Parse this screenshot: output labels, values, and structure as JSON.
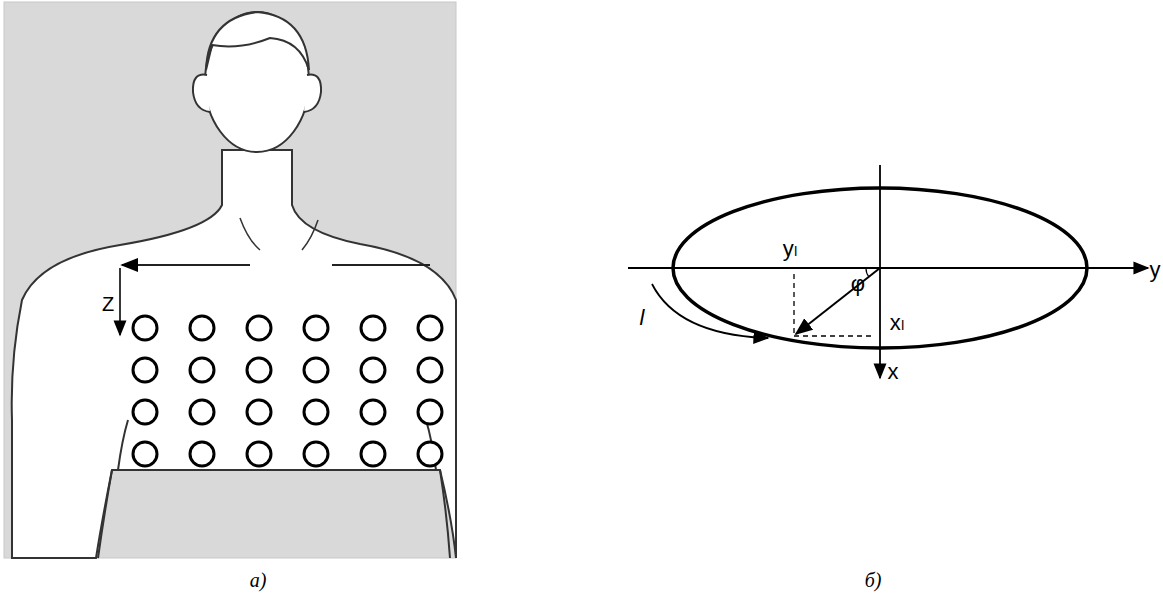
{
  "diagram": {
    "labels": [
      "Z",
      "yₗ",
      "φ",
      "y",
      "l",
      "xₗ",
      "x",
      "а)",
      "б)"
    ]
  }
}
